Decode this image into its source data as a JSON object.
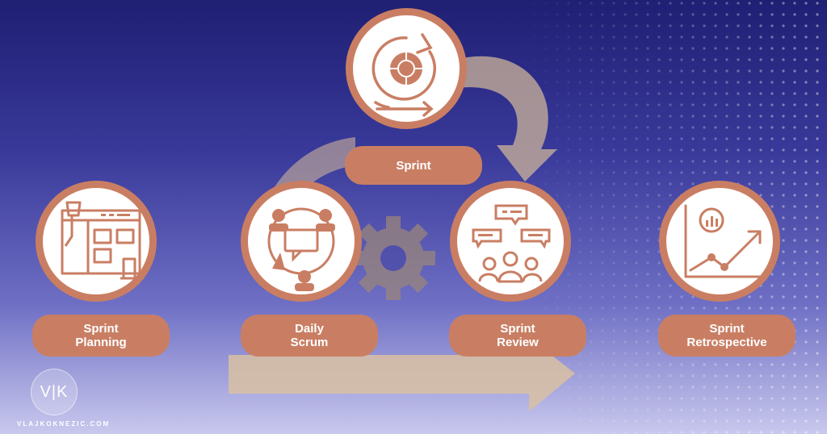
{
  "diagram": {
    "sprint": {
      "label": "Sprint",
      "icon": "sprint-cycle-icon"
    },
    "stages": [
      {
        "line1": "Sprint",
        "line2": "Planning",
        "icon": "planning-board-icon"
      },
      {
        "line1": "Daily",
        "line2": "Scrum",
        "icon": "team-meeting-icon"
      },
      {
        "line1": "Sprint",
        "line2": "Review",
        "icon": "review-discussion-icon"
      },
      {
        "line1": "Sprint",
        "line2": "Retrospective",
        "icon": "growth-chart-icon"
      }
    ]
  },
  "brand": {
    "logo": "V|K",
    "website": "VLAJKOKNEZIC.COM"
  },
  "colors": {
    "accent": "#c97e63",
    "background_top": "#1f1f74",
    "background_bottom": "#c9c8ee",
    "arrow": "#cdb49a"
  }
}
